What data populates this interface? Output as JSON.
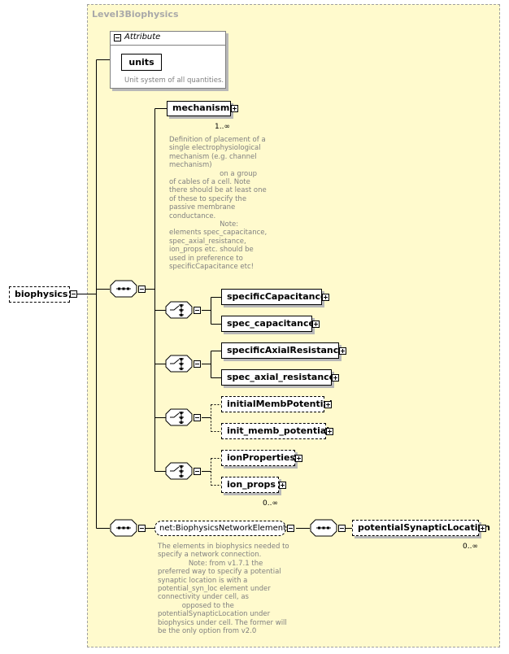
{
  "complex_type": {
    "title": "Level3Biophysics"
  },
  "root_element": {
    "label": "biophysics"
  },
  "attribute_group": {
    "header": "Attribute",
    "attribute_name": "units",
    "attribute_doc": "Unit system of all quantities."
  },
  "mechanism": {
    "label": "mechanism",
    "occurrence": "1..∞",
    "doc": "Definition of placement of a\nsingle electrophysiological\nmechanism (e.g. channel\nmechanism)\n                       on a group\nof cables of a cell. Note\nthere should be at least one\nof these to specify the\npassive membrane\nconductance.\n                       Note:\nelements spec_capacitance,\nspec_axial_resistance,\nion_props etc. should be\nused in preference to\nspecificCapacitance etc!"
  },
  "choice_groups": [
    {
      "options": [
        "specificCapacitance",
        "spec_capacitance"
      ],
      "optional": false,
      "occurrence": ""
    },
    {
      "options": [
        "specificAxialResistance",
        "spec_axial_resistance"
      ],
      "optional": false,
      "occurrence": ""
    },
    {
      "options": [
        "initialMembPotential",
        "init_memb_potential"
      ],
      "optional": true,
      "occurrence": ""
    },
    {
      "options": [
        "ionProperties",
        "ion_props"
      ],
      "optional": true,
      "occurrence": "0..∞"
    }
  ],
  "network": {
    "label": "net:BiophysicsNetworkElements",
    "doc": "The elements in biophysics needed to\nspecify a network connection.\n              Note: from v1.7.1 the\npreferred way to specify a potential\nsynaptic location is with a\npotential_syn_loc element under\nconnectivity under cell, as\n           opposed to the\npotentialSynapticLocation under\nbiophysics under cell. The former will\nbe the only option from v2.0",
    "child_label": "potentialSynapticLocation",
    "child_occurrence": "0..∞"
  }
}
